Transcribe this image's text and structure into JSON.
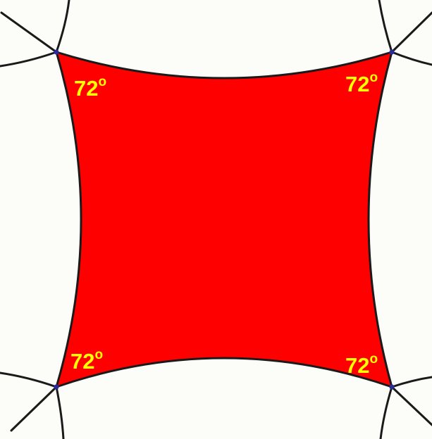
{
  "colors": {
    "background": "#fcfcf8",
    "face_fill": "#ff0000",
    "edge_stroke": "#1a1a1a",
    "label": "#ffff00",
    "vertex": "#2a2a9a"
  },
  "angles": [
    {
      "value": "72",
      "degree_mark": "o"
    },
    {
      "value": "72",
      "degree_mark": "o"
    },
    {
      "value": "72",
      "degree_mark": "o"
    },
    {
      "value": "72",
      "degree_mark": "o"
    }
  ]
}
